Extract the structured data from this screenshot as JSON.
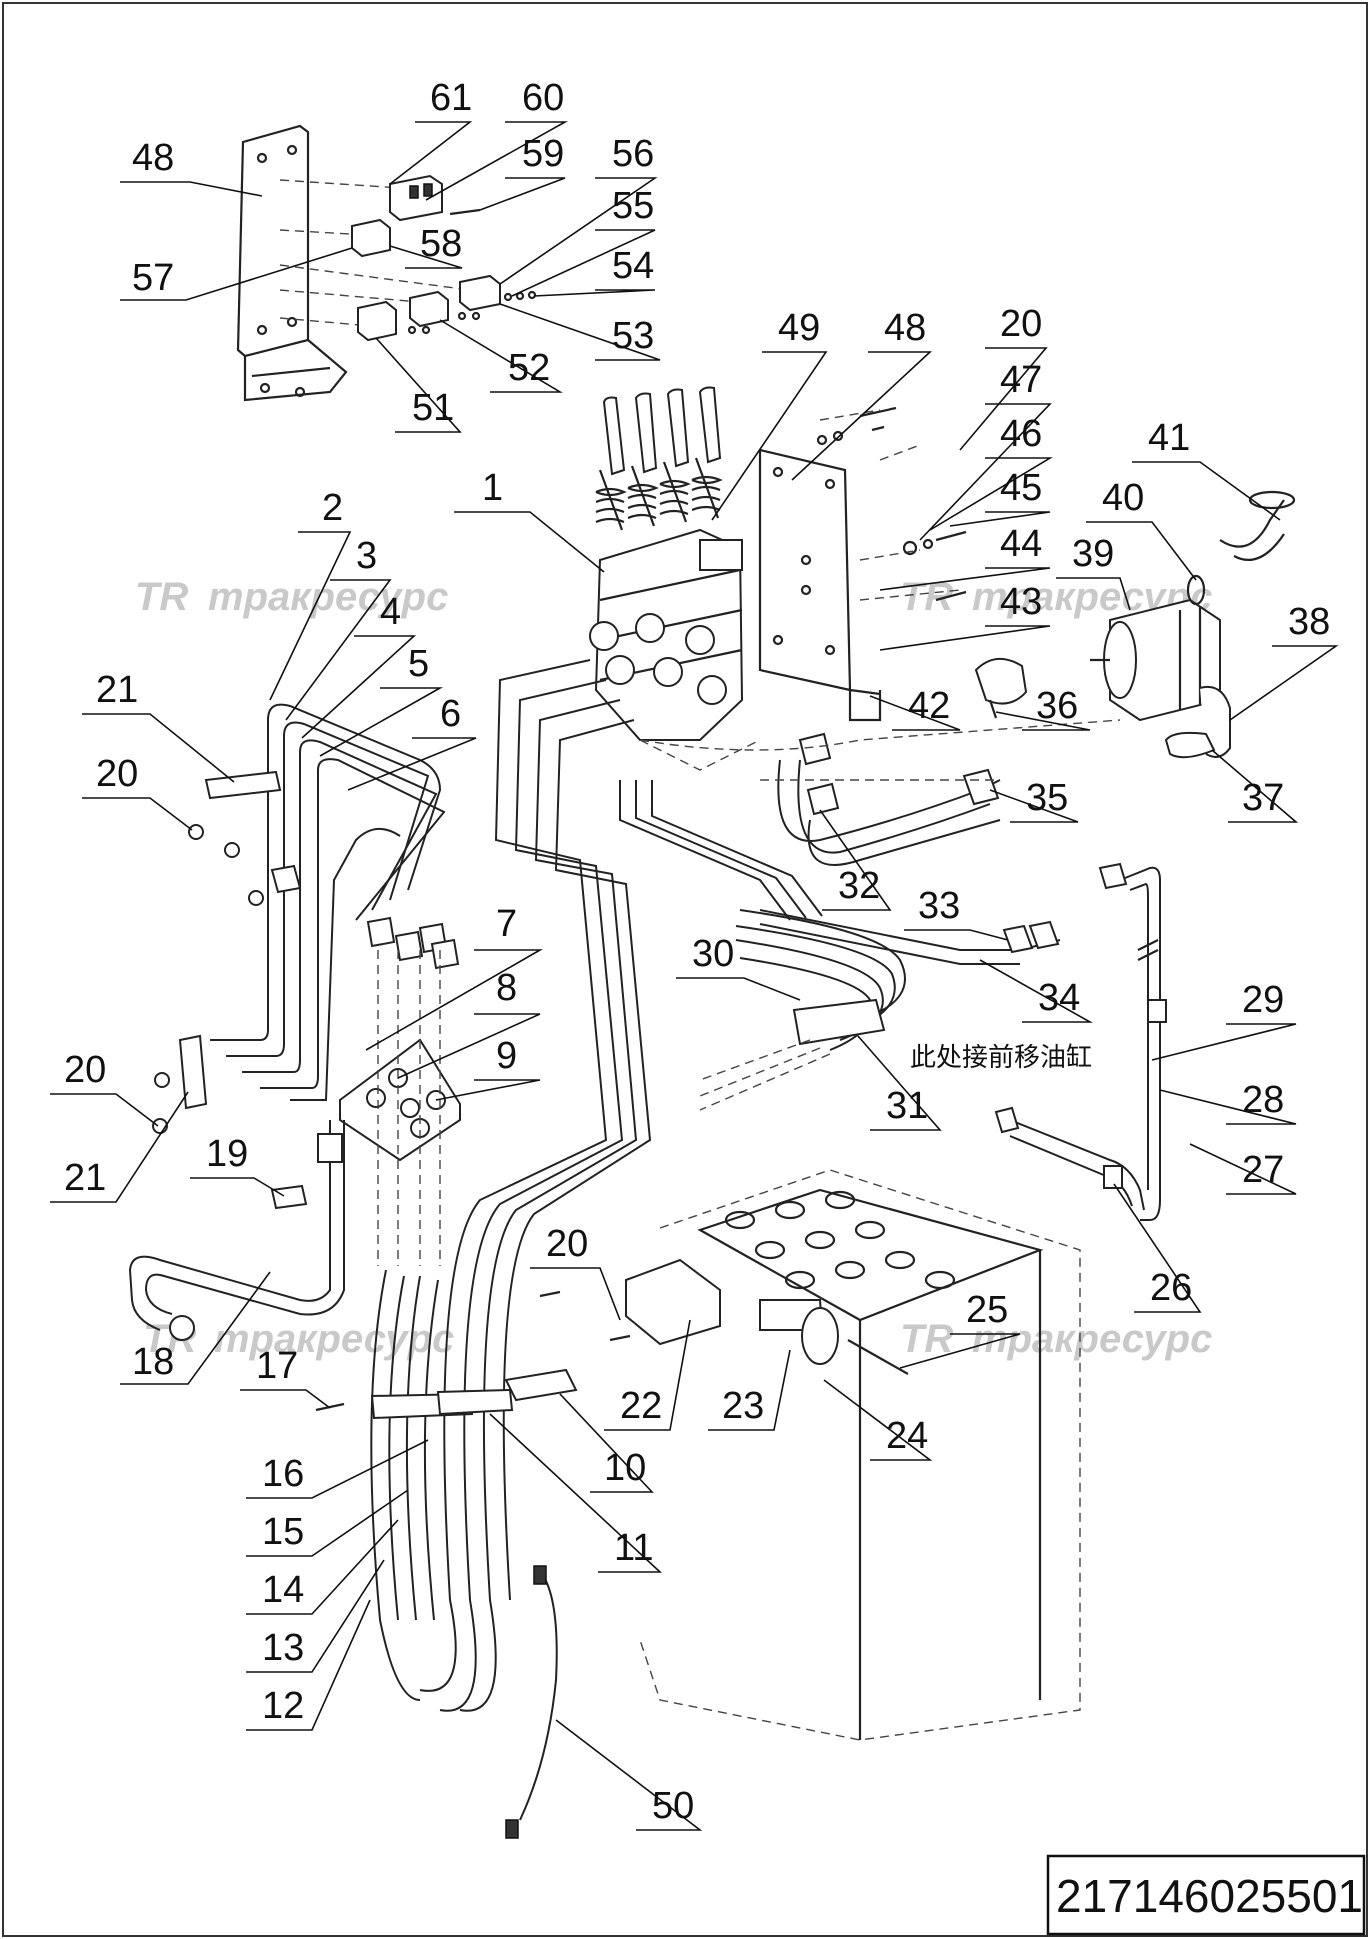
{
  "drawing_number": "217146025501",
  "watermark": "тракресурс",
  "watermark_logo": "TR",
  "note": "此处接前移油缸",
  "callouts": [
    {
      "id": "c61",
      "text": "61"
    },
    {
      "id": "c60",
      "text": "60"
    },
    {
      "id": "c59",
      "text": "59"
    },
    {
      "id": "c56",
      "text": "56"
    },
    {
      "id": "c55",
      "text": "55"
    },
    {
      "id": "c54",
      "text": "54"
    },
    {
      "id": "c53",
      "text": "53"
    },
    {
      "id": "c52",
      "text": "52"
    },
    {
      "id": "c51",
      "text": "51"
    },
    {
      "id": "c58",
      "text": "58"
    },
    {
      "id": "c57",
      "text": "57"
    },
    {
      "id": "c48a",
      "text": "48"
    },
    {
      "id": "c49",
      "text": "49"
    },
    {
      "id": "c48b",
      "text": "48"
    },
    {
      "id": "c20a",
      "text": "20"
    },
    {
      "id": "c47",
      "text": "47"
    },
    {
      "id": "c46",
      "text": "46"
    },
    {
      "id": "c45",
      "text": "45"
    },
    {
      "id": "c44",
      "text": "44"
    },
    {
      "id": "c43",
      "text": "43"
    },
    {
      "id": "c42",
      "text": "42"
    },
    {
      "id": "c41",
      "text": "41"
    },
    {
      "id": "c40",
      "text": "40"
    },
    {
      "id": "c39",
      "text": "39"
    },
    {
      "id": "c38",
      "text": "38"
    },
    {
      "id": "c37",
      "text": "37"
    },
    {
      "id": "c36",
      "text": "36"
    },
    {
      "id": "c35",
      "text": "35"
    },
    {
      "id": "c32",
      "text": "32"
    },
    {
      "id": "c33",
      "text": "33"
    },
    {
      "id": "c34",
      "text": "34"
    },
    {
      "id": "c30",
      "text": "30"
    },
    {
      "id": "c31",
      "text": "31"
    },
    {
      "id": "c29",
      "text": "29"
    },
    {
      "id": "c28",
      "text": "28"
    },
    {
      "id": "c27",
      "text": "27"
    },
    {
      "id": "c26",
      "text": "26"
    },
    {
      "id": "c25",
      "text": "25"
    },
    {
      "id": "c24",
      "text": "24"
    },
    {
      "id": "c23",
      "text": "23"
    },
    {
      "id": "c22",
      "text": "22"
    },
    {
      "id": "c20b",
      "text": "20"
    },
    {
      "id": "c10",
      "text": "10"
    },
    {
      "id": "c11",
      "text": "11"
    },
    {
      "id": "c50",
      "text": "50"
    },
    {
      "id": "c12",
      "text": "12"
    },
    {
      "id": "c13",
      "text": "13"
    },
    {
      "id": "c14",
      "text": "14"
    },
    {
      "id": "c15",
      "text": "15"
    },
    {
      "id": "c16",
      "text": "16"
    },
    {
      "id": "c17",
      "text": "17"
    },
    {
      "id": "c18",
      "text": "18"
    },
    {
      "id": "c19",
      "text": "19"
    },
    {
      "id": "c21a",
      "text": "21"
    },
    {
      "id": "c20c",
      "text": "20"
    },
    {
      "id": "c21b",
      "text": "21"
    },
    {
      "id": "c20d",
      "text": "20"
    },
    {
      "id": "c1",
      "text": "1"
    },
    {
      "id": "c2",
      "text": "2"
    },
    {
      "id": "c3",
      "text": "3"
    },
    {
      "id": "c4",
      "text": "4"
    },
    {
      "id": "c5",
      "text": "5"
    },
    {
      "id": "c6",
      "text": "6"
    },
    {
      "id": "c7",
      "text": "7"
    },
    {
      "id": "c8",
      "text": "8"
    },
    {
      "id": "c9",
      "text": "9"
    }
  ]
}
